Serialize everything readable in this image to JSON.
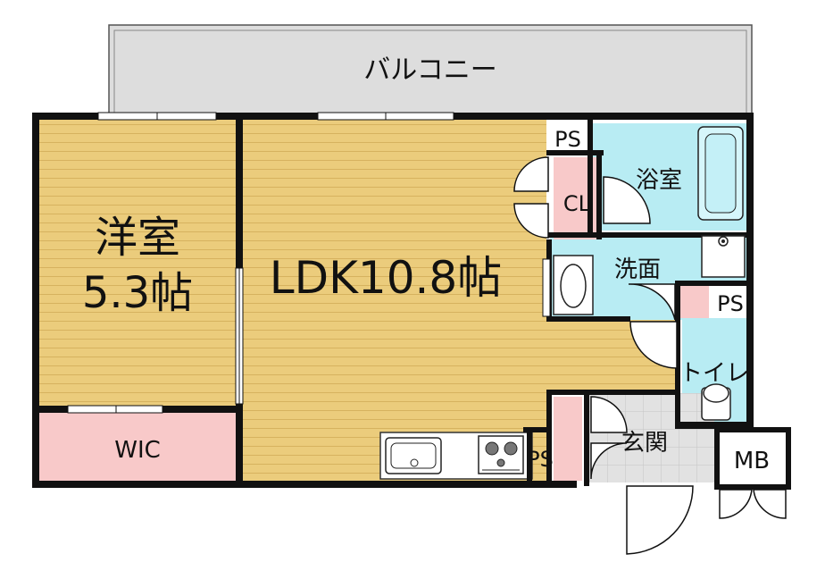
{
  "rooms": {
    "balcony": "バルコニー",
    "western_room_name": "洋室",
    "western_room_size": "5.3帖",
    "ldk": "LDK10.8帖",
    "closet": "CL",
    "bathroom": "浴室",
    "washroom": "洗面",
    "toilet": "トイレ",
    "entrance": "玄関",
    "wic": "WIC",
    "mb": "MB",
    "ps_top": "PS",
    "ps_right": "PS",
    "ps_bottom": "PS"
  },
  "colors": {
    "wood_floor": "#ebcc7c",
    "wood_line": "#d6b25f",
    "storage": "#f8c9c9",
    "wet_area": "#b8ecf3",
    "balcony": "#dddddd",
    "tile": "#e2e2e2",
    "wall": "#111111"
  }
}
